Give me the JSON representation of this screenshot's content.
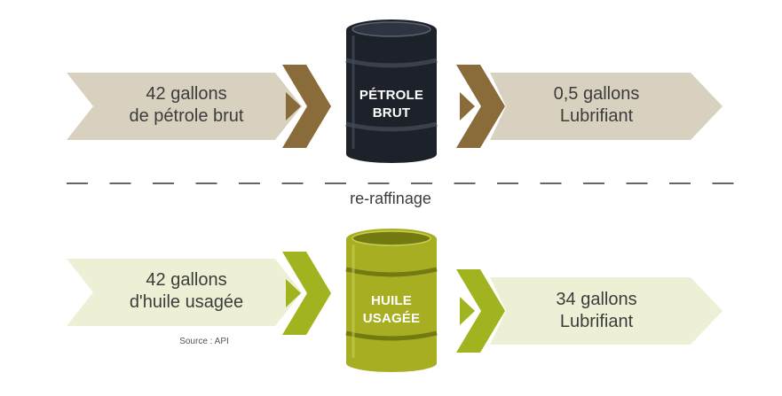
{
  "colors": {
    "crude_arrow": "#d9d1c0",
    "crude_chevron": "#8a6c3b",
    "crude_barrel": "#1d2129",
    "used_arrow": "#eef0d5",
    "used_chevron": "#a2b320",
    "used_barrel": "#a7ae22",
    "used_barrel_dark": "#737a12",
    "dashes": "#333333"
  },
  "top": {
    "input_line1": "42 gallons",
    "input_line2": "de pétrole brut",
    "barrel_line1": "PÉTROLE",
    "barrel_line2": "BRUT",
    "output_line1": "0,5 gallons",
    "output_line2": "Lubrifiant"
  },
  "divider": {
    "label": "re-raffinage"
  },
  "bottom": {
    "input_line1": "42 gallons",
    "input_line2": "d'huile usagée",
    "barrel_line1": "HUILE",
    "barrel_line2": "USAGÉE",
    "output_line1": "34 gallons",
    "output_line2": "Lubrifiant"
  },
  "source": "Source : API"
}
